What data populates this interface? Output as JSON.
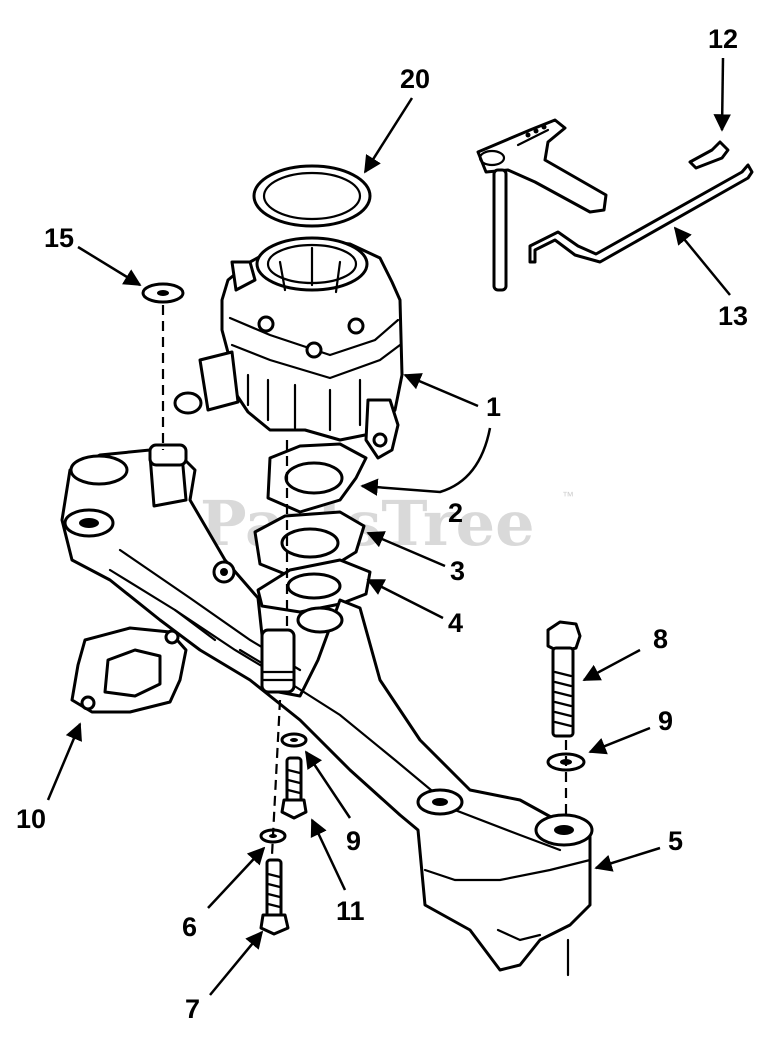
{
  "watermark": {
    "text": "PartsTree",
    "trademark": "™"
  },
  "callouts": {
    "c1": "1",
    "c2": "2",
    "c3": "3",
    "c4": "4",
    "c5": "5",
    "c6": "6",
    "c7": "7",
    "c8": "8",
    "c9a": "9",
    "c9b": "9",
    "c10": "10",
    "c11": "11",
    "c12": "12",
    "c13": "13",
    "c15": "15",
    "c20": "20"
  },
  "colors": {
    "ink": "#000000",
    "paper": "#ffffff",
    "watermark": "#d9d9d9"
  }
}
